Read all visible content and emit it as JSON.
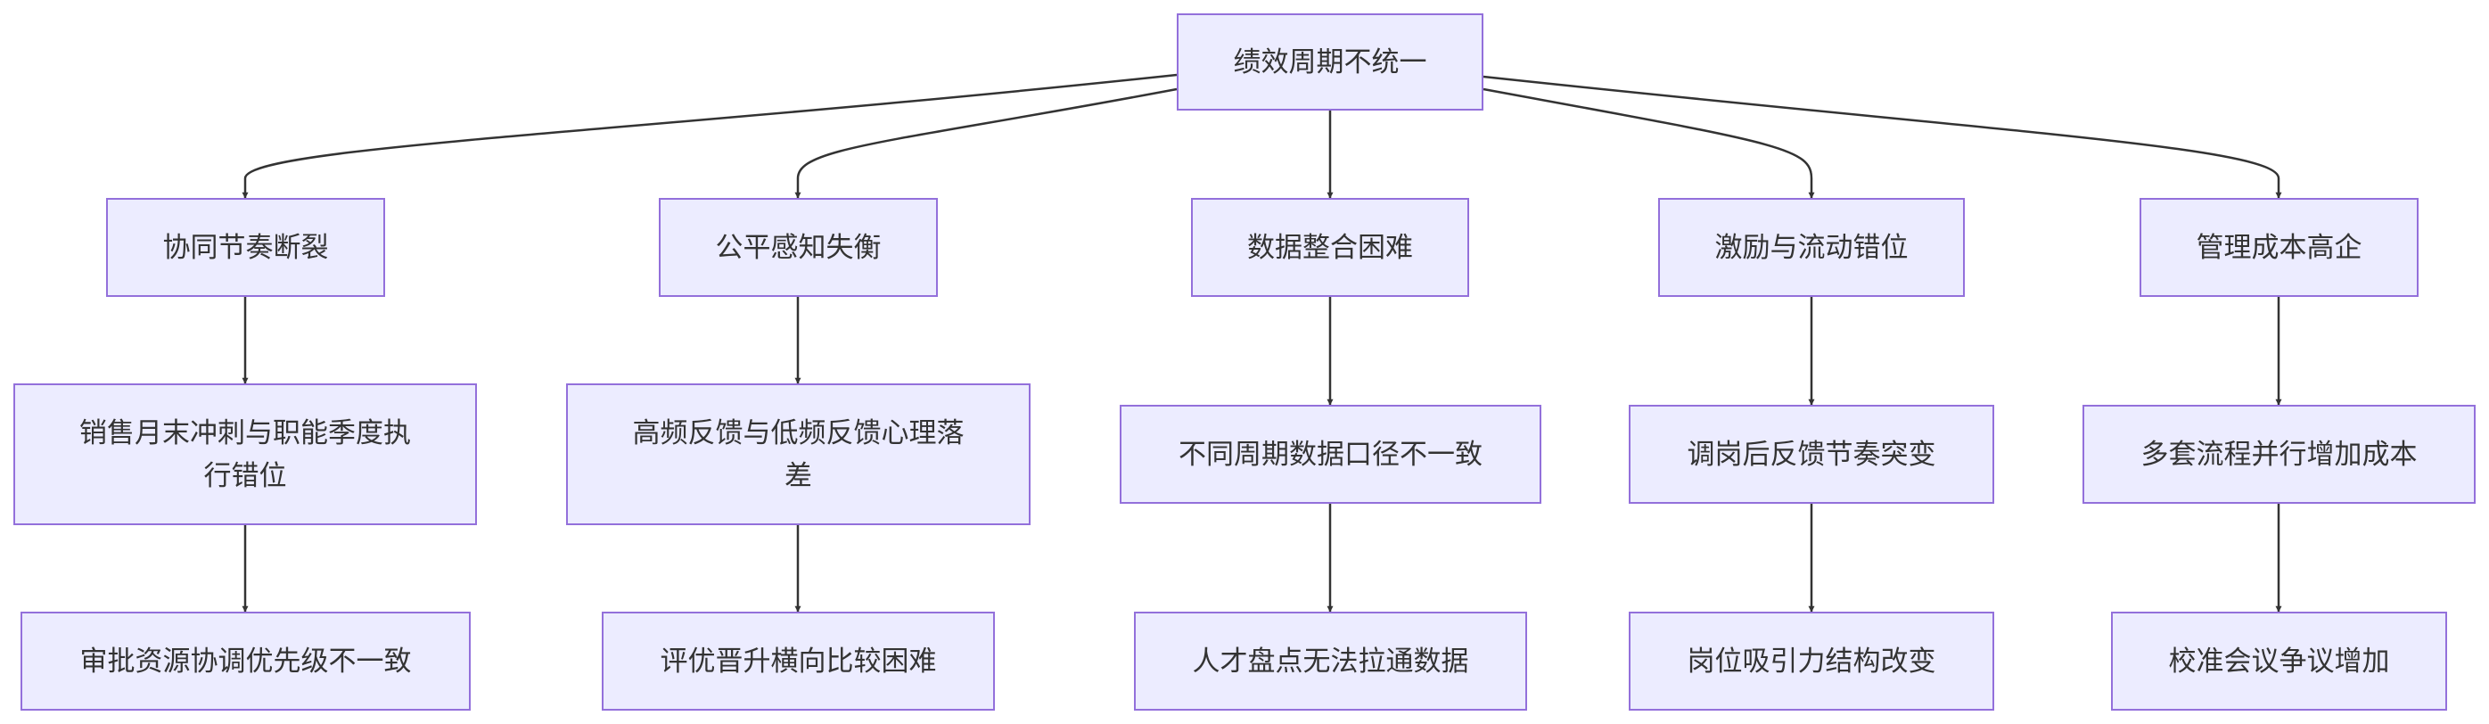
{
  "diagram": {
    "root": "绩效周期不统一",
    "branches": [
      {
        "title": "协同节奏断裂",
        "middle": "销售月末冲刺与职能季度执行错位",
        "leaf": "审批资源协调优先级不一致"
      },
      {
        "title": "公平感知失衡",
        "middle": "高频反馈与低频反馈心理落差",
        "leaf": "评优晋升横向比较困难"
      },
      {
        "title": "数据整合困难",
        "middle": "不同周期数据口径不一致",
        "leaf": "人才盘点无法拉通数据"
      },
      {
        "title": "激励与流动错位",
        "middle": "调岗后反馈节奏突变",
        "leaf": "岗位吸引力结构改变"
      },
      {
        "title": "管理成本高企",
        "middle": "多套流程并行增加成本",
        "leaf": "校准会议争议增加"
      }
    ]
  },
  "colors": {
    "node_fill": "#ececff",
    "node_border": "#9370db",
    "edge": "#333333",
    "text": "#333333"
  }
}
